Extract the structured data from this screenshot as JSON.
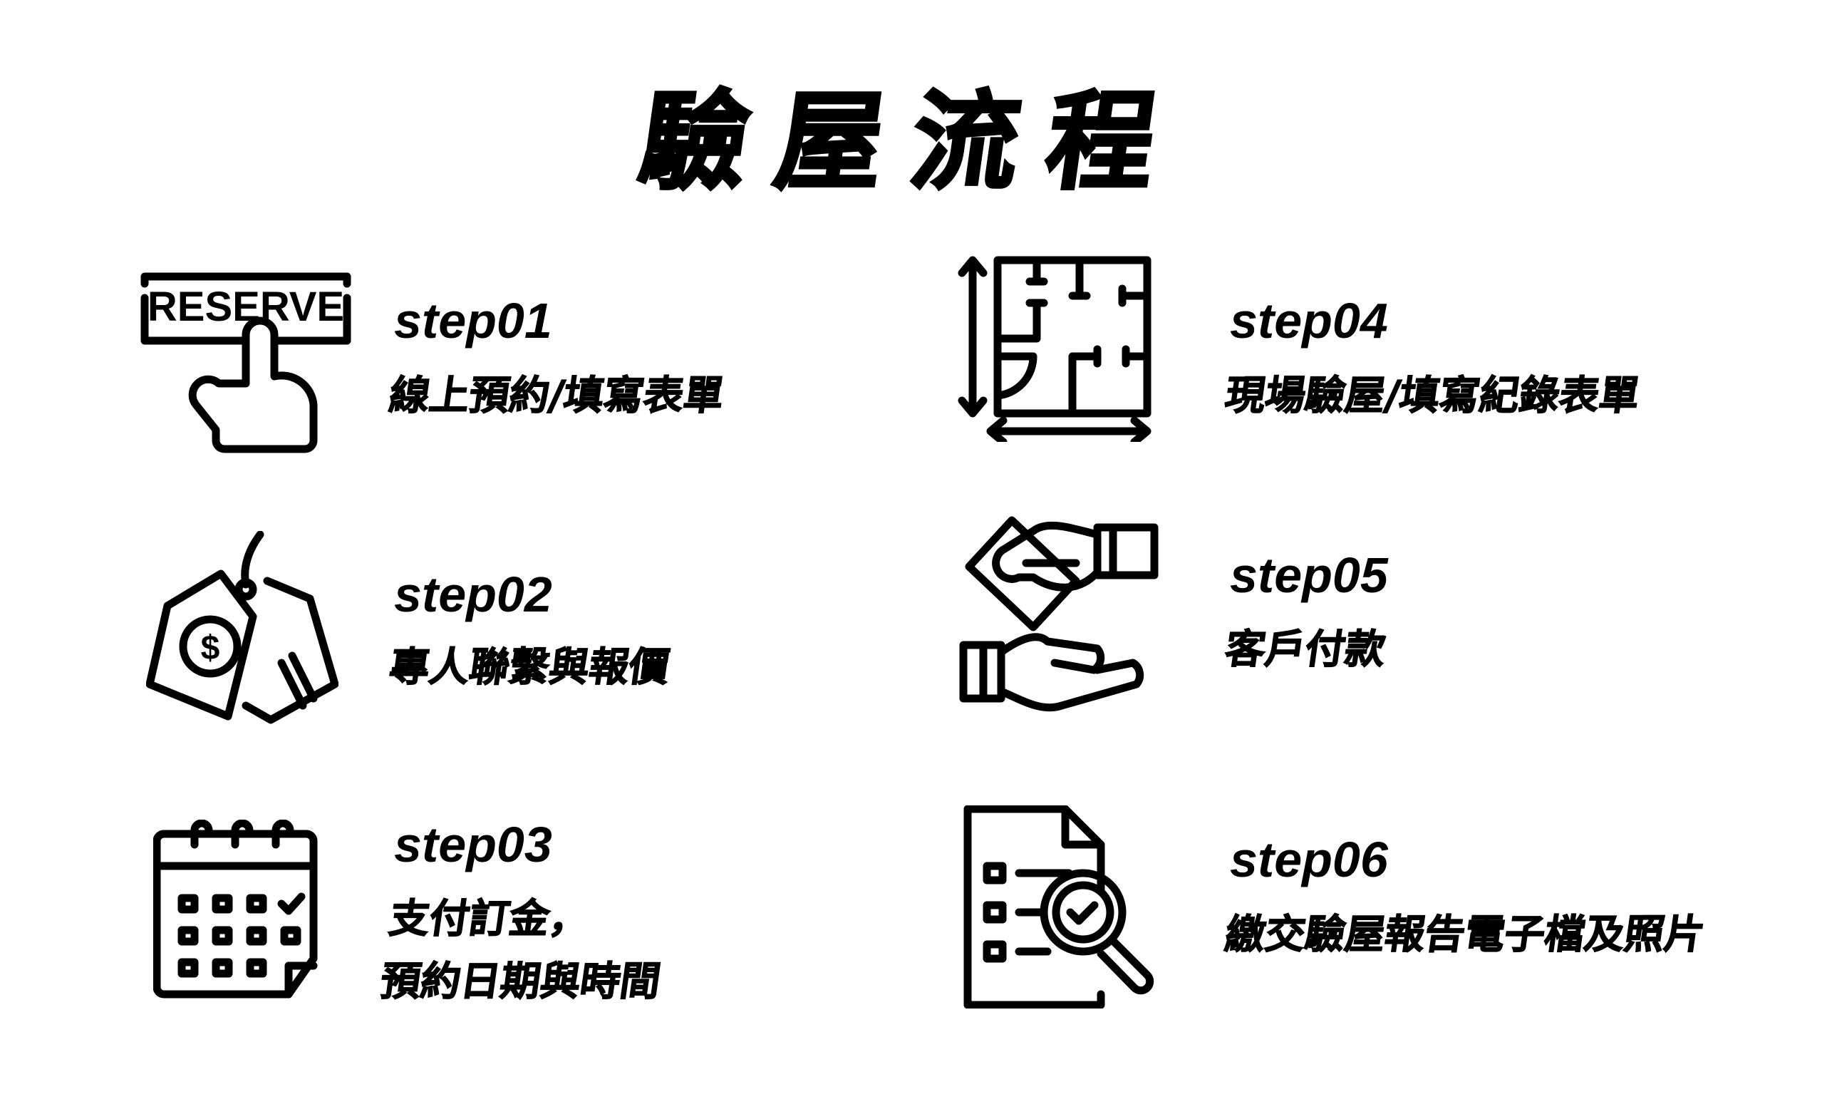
{
  "title": "驗屋流程",
  "steps": [
    {
      "label": "step01",
      "desc": [
        "線上預約/填寫表單"
      ],
      "icon": "reserve-hand-icon",
      "icon_text": "RESERVE"
    },
    {
      "label": "step02",
      "desc": [
        "專人聯繫與報價"
      ],
      "icon": "price-tag-icon"
    },
    {
      "label": "step03",
      "desc": [
        "支付訂金，",
        "預約日期與時間"
      ],
      "icon": "calendar-icon"
    },
    {
      "label": "step04",
      "desc": [
        "現場驗屋/填寫紀錄表單"
      ],
      "icon": "floor-plan-icon"
    },
    {
      "label": "step05",
      "desc": [
        "客戶付款"
      ],
      "icon": "payment-hands-icon"
    },
    {
      "label": "step06",
      "desc": [
        "繳交驗屋報告電子檔及照片"
      ],
      "icon": "report-inspection-icon"
    }
  ]
}
